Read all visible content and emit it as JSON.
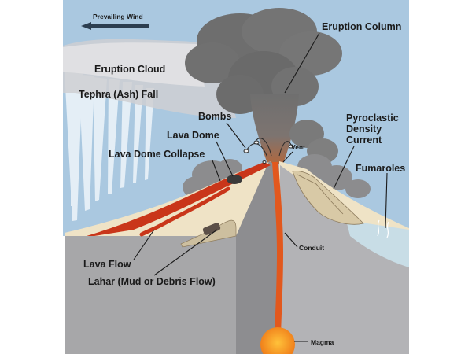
{
  "labels": {
    "prevailing_wind": "Prevailing Wind",
    "eruption_column": "Eruption Column",
    "eruption_cloud": "Eruption Cloud",
    "tephra_fall": "Tephra (Ash) Fall",
    "bombs": "Bombs",
    "lava_dome": "Lava Dome",
    "lava_dome_collapse": "Lava Dome Collapse",
    "vent": "Vent",
    "pyroclastic_line1": "Pyroclastic",
    "pyroclastic_line2": "Density",
    "pyroclastic_line3": "Current",
    "fumaroles": "Fumaroles",
    "conduit": "Conduit",
    "lava_flow": "Lava Flow",
    "lahar": "Lahar (Mud or Debris Flow)",
    "magma": "Magma"
  },
  "colors": {
    "sky": "#aac8e0",
    "ash_cloud": "#7a7a7a",
    "ash_dark": "#5e5e5e",
    "tephra_streaks": "#e4eef6",
    "ground_tan": "#efe3c6",
    "rock_gray": "#a7a7a9",
    "rock_dark": "#8d8d90",
    "lava": "#e2581d",
    "lava_dark": "#b83a12",
    "magma": "#f08a20",
    "water": "#c8dde6",
    "label_text": "#1a1a1a"
  }
}
